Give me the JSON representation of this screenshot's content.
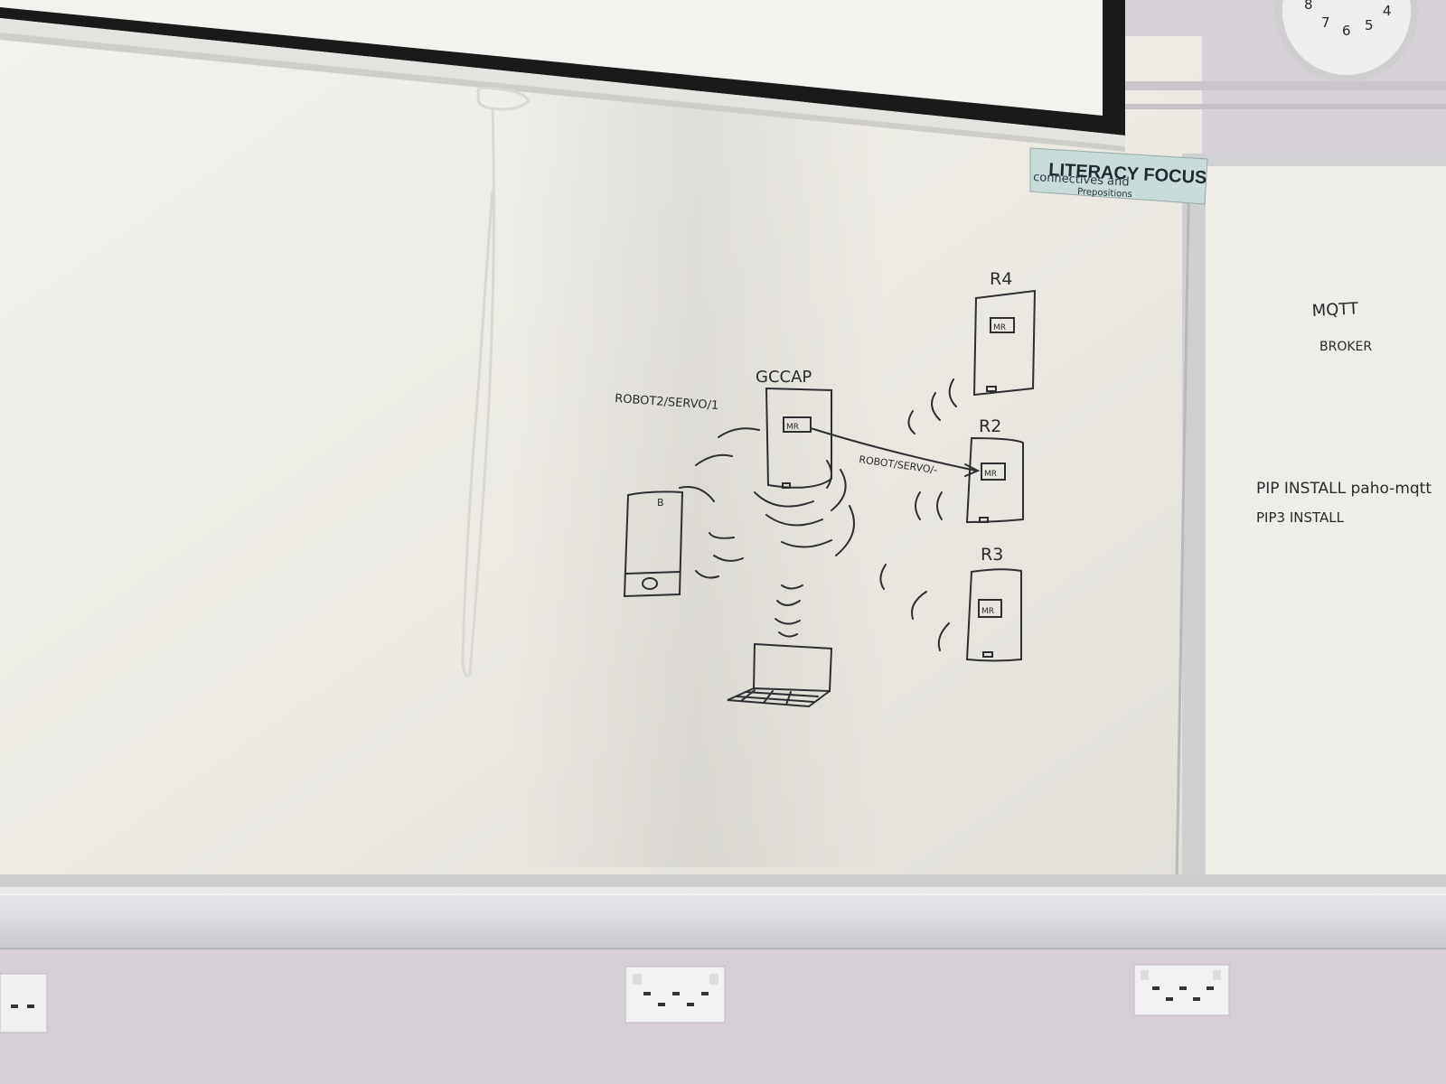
{
  "sign": {
    "title": "LITERACY FOCUS",
    "line1": "connectives and",
    "line2": "Prepositions"
  },
  "clock": {
    "numerals": [
      "8",
      "7",
      "6",
      "5",
      "4"
    ]
  },
  "diagram": {
    "gccap": "GCCAP",
    "topic_left": "ROBOT2/SERVO/1",
    "topic_right": "ROBOT/SERVO/-",
    "r4": "R4",
    "r2": "R2",
    "r3": "R3",
    "phone_badge": "B",
    "mr": "MR"
  },
  "right_board": {
    "mqtt": "MQTT",
    "broker": "BROKER",
    "cmd1": "PIP  INSTALL  paho-mqtt",
    "cmd2": "PIP3  INSTALL"
  }
}
